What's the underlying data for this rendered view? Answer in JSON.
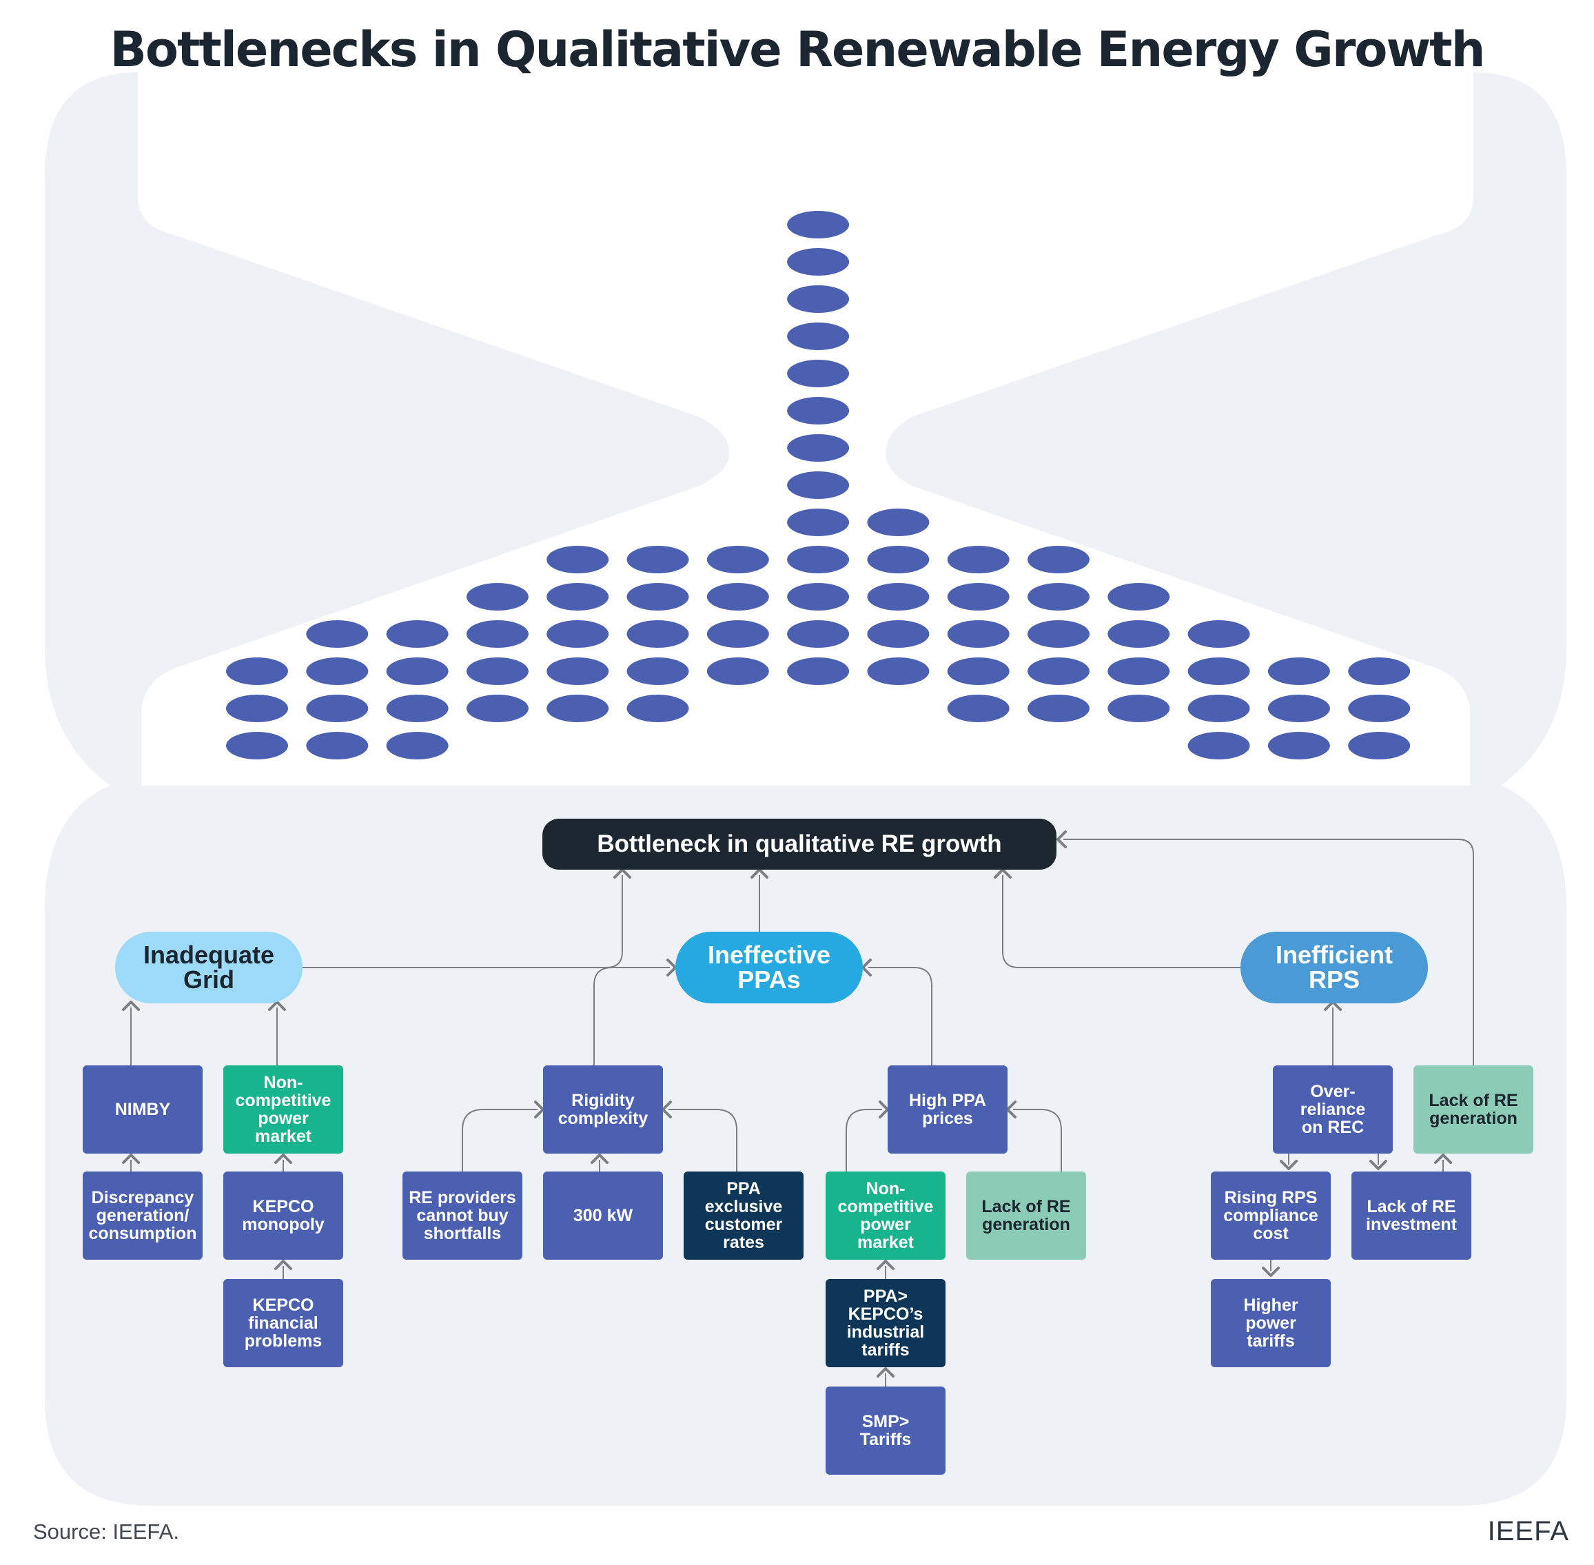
{
  "title": "Bottlenecks in Qualitative Renewable Energy Growth",
  "colors": {
    "panel": "#eef1f6",
    "dot": "#4b60b1",
    "root": "#1d2731",
    "node_blue": "#4b60b1",
    "node_green": "#17b48e",
    "node_navy": "#0d3659",
    "node_mint": "#8ccbb5",
    "grid_pill": "#9ddaf7",
    "ppa_pill": "#26a9e1",
    "rps_pill": "#4a9ad5",
    "connector": "#7a7f85"
  },
  "dot_columns": [
    3,
    4,
    4,
    4,
    5,
    5,
    4,
    13,
    5,
    5,
    5,
    4,
    4,
    3,
    3
  ],
  "root": "Bottleneck in qualitative RE growth",
  "categories": {
    "grid": "Inadequate\nGrid",
    "ppa": "Ineffective\nPPAs",
    "rps": "Inefficient\nRPS"
  },
  "nodes": {
    "nimby": "NIMBY",
    "noncomp_grid": "Non-\ncompetitive\npower\nmarket",
    "discrepancy": "Discrepancy\ngeneration/\nconsumption",
    "kepco_monopoly": "KEPCO\nmonopoly",
    "kepco_financial": "KEPCO\nfinancial\nproblems",
    "rigidity": "Rigidity\ncomplexity",
    "re_providers": "RE providers\ncannot buy\nshortfalls",
    "kw300": "300 kW",
    "ppa_exclusive": "PPA\nexclusive\ncustomer\nrates",
    "high_ppa": "High PPA\nprices",
    "noncomp_ppa": "Non-\ncompetitive\npower\nmarket",
    "lack_gen_ppa": "Lack of RE\ngeneration",
    "ppa_kepco": "PPA>\nKEPCO’s\nindustrial\ntariffs",
    "smp": "SMP>\nTariffs",
    "over_reliance": "Over-reliance\non REC",
    "lack_gen_rps": "Lack of RE\ngeneration",
    "rising_rps": "Rising RPS\ncompliance\ncost",
    "lack_invest": "Lack of RE\ninvestment",
    "higher_tariffs": "Higher\npower\ntariffs"
  },
  "source": "Source: IEEFA.",
  "brand": "IEEFA"
}
